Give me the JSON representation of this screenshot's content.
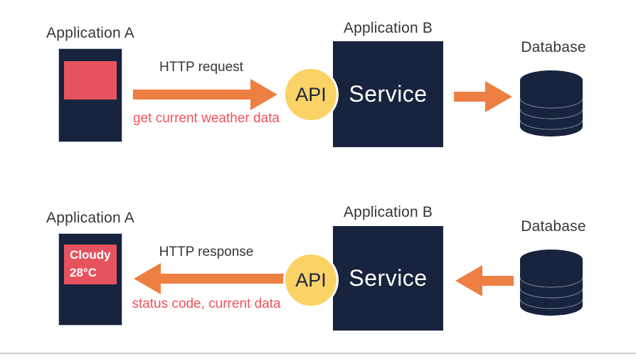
{
  "colors": {
    "navy": "#18243E",
    "orange": "#ED7F43",
    "yellow": "#FBD265",
    "screen_red": "#E6535F",
    "annotation_red": "#F25158",
    "label_text": "#363636",
    "divider": "#CDCDCD"
  },
  "request_flow": {
    "app_a_label": "Application A",
    "arrow_label": "HTTP request",
    "arrow_annotation": "get current weather data",
    "api_label": "API",
    "app_b_label": "Application B",
    "service_label": "Service",
    "database_label": "Database"
  },
  "response_flow": {
    "app_a_label": "Application A",
    "phone_screen": {
      "line1": "Cloudy",
      "line2": "28°C"
    },
    "arrow_label": "HTTP response",
    "arrow_annotation": "status code, current data",
    "api_label": "API",
    "app_b_label": "Application B",
    "service_label": "Service",
    "database_label": "Database"
  }
}
